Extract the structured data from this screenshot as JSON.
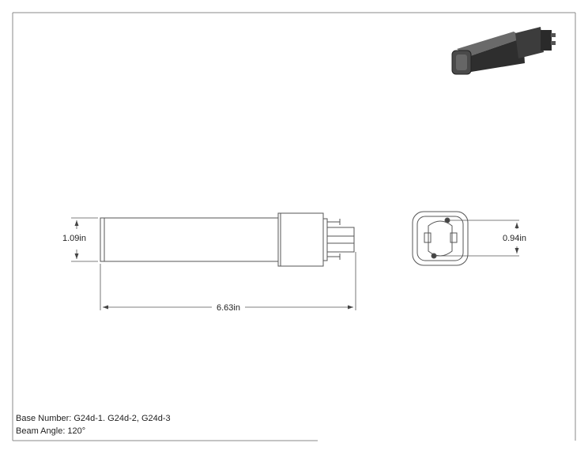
{
  "dimensions": {
    "diameter": "1.09in",
    "length": "6.63in",
    "base_width": "0.94in"
  },
  "notes": {
    "base_number": "Base Number: G24d-1. G24d-2, G24d-3",
    "beam_angle": "Beam Angle: 120°"
  },
  "colors": {
    "line": "#555555",
    "frame": "#888888",
    "product_body": "#3a3a3a",
    "product_cap": "#5a5a5a"
  }
}
